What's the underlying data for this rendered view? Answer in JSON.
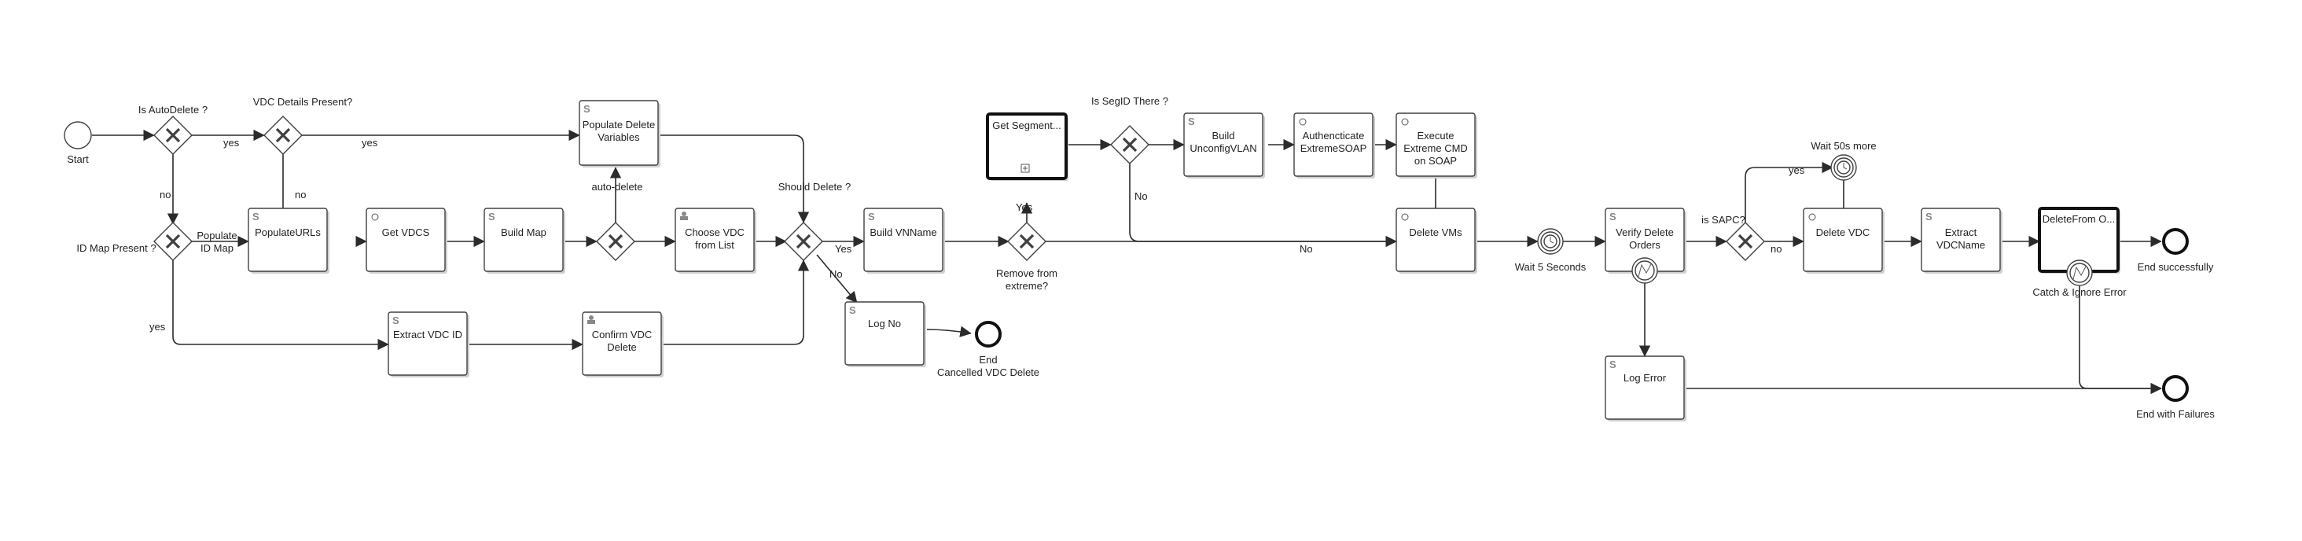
{
  "events": {
    "start": "Start",
    "end_cancelled_1": "End",
    "end_cancelled_2": "Cancelled VDC Delete",
    "end_success": "End successfully",
    "end_failures": "End with Failures",
    "wait_5": "Wait 5 Seconds",
    "wait_50": "Wait 50s more",
    "catch_ignore": "Catch & Ignore Error"
  },
  "gateways": {
    "is_autodelete": "Is AutoDelete ?",
    "vdc_details": "VDC Details Present?",
    "id_map": "ID Map Present ?",
    "should_delete": "Should Delete ?",
    "remove_extreme_1": "Remove from",
    "remove_extreme_2": "extreme?",
    "segid": "Is SegID There ?",
    "is_sapc": "is SAPC?"
  },
  "tasks": {
    "populate_delete_1": "Populate Delete",
    "populate_delete_2": "Variables",
    "populate_urls": "PopulateURLs",
    "get_vdcs": "Get VDCS",
    "build_map": "Build Map",
    "choose_vdc_1": "Choose VDC",
    "choose_vdc_2": "from List",
    "extract_vdc_id": "Extract VDC ID",
    "confirm_vdc_1": "Confirm VDC",
    "confirm_vdc_2": "Delete",
    "build_vnname": "Build VNName",
    "log_no": "Log No",
    "get_segment": "Get Segment...",
    "build_unconfig_1": "Build",
    "build_unconfig_2": "UnconfigVLAN",
    "auth_extreme_1": "Authencticate",
    "auth_extreme_2": "ExtremeSOAP",
    "exec_extreme_1": "Execute",
    "exec_extreme_2": "Extreme CMD",
    "exec_extreme_3": "on SOAP",
    "delete_vms": "Delete VMs",
    "verify_delete_1": "Verify Delete",
    "verify_delete_2": "Orders",
    "log_error": "Log Error",
    "delete_vdc": "Delete VDC",
    "extract_vdcname_1": "Extract",
    "extract_vdcname_2": "VDCName",
    "delete_from": "DeleteFrom O..."
  },
  "flow_labels": {
    "yes_1": "yes",
    "yes_2": "yes",
    "no_1": "no",
    "no_2": "no",
    "populate_id_map_1": "Populate",
    "populate_id_map_2": "ID Map",
    "yes_3": "yes",
    "auto_delete": "auto-delete",
    "yes_4": "Yes",
    "no_3": "No",
    "yes_5": "Yes",
    "no_4": "No",
    "no_5": "No",
    "yes_6": "yes",
    "no_6": "no"
  }
}
